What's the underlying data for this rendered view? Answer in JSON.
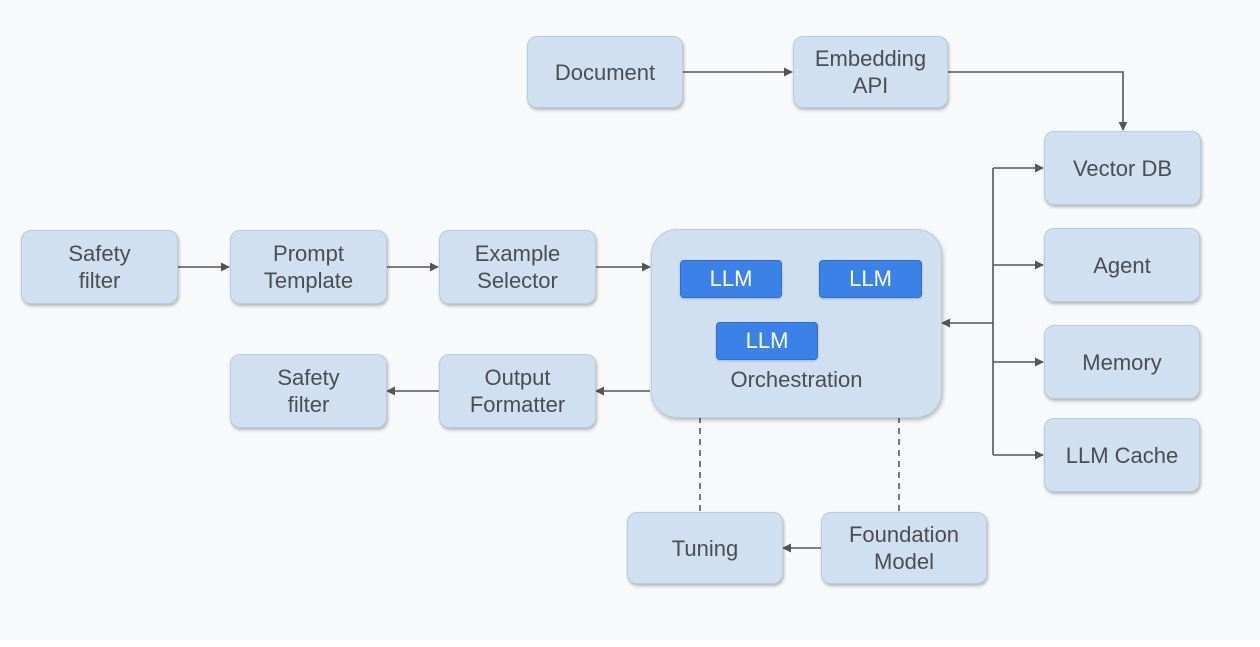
{
  "nodes": {
    "document": "Document",
    "embedding_api": "Embedding\nAPI",
    "vector_db": "Vector DB",
    "agent": "Agent",
    "memory": "Memory",
    "llm_cache": "LLM Cache",
    "safety_filter_input": "Safety\nfilter",
    "prompt_template": "Prompt\nTemplate",
    "example_selector": "Example\nSelector",
    "safety_filter_output": "Safety\nfilter",
    "output_formatter": "Output\nFormatter",
    "tuning": "Tuning",
    "foundation_model": "Foundation\nModel"
  },
  "orchestration": {
    "label": "Orchestration",
    "llm_1": "LLM",
    "llm_2": "LLM",
    "llm_3": "LLM"
  },
  "colors": {
    "node_fill": "#d0e0f1",
    "llm_fill": "#3b82e8",
    "arrow": "#555555",
    "inner_arrow": "#b5b5b5"
  }
}
